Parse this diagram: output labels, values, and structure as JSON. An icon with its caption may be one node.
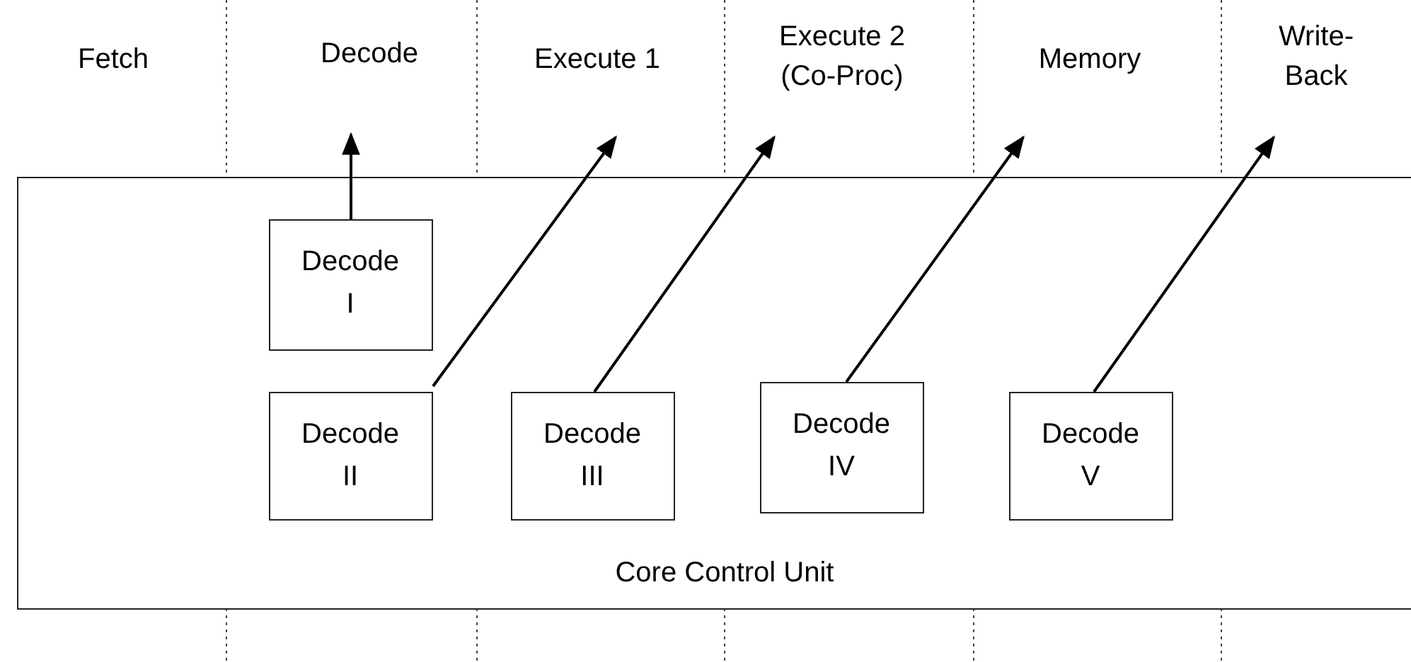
{
  "diagram": {
    "nodes": [
      {
        "text": [
          "Core Control Unit"
        ]
      },
      {
        "text": [
          "Decode I"
        ],
        "in": 0
      },
      {
        "text": [
          "Decode II"
        ],
        "in": 0
      },
      {
        "text": [
          "Decode III"
        ],
        "in": 0
      },
      {
        "text": [
          "Decode IV"
        ],
        "in": 0
      },
      {
        "text": [
          "Decode V"
        ],
        "in": 0
      }
    ],
    "edges": [
      {
        "from": 1,
        "to": null,
        "arrow": "to"
      },
      {
        "from": 2,
        "to": null,
        "arrow": "to"
      },
      {
        "from": 3,
        "to": null,
        "arrow": "to"
      },
      {
        "from": 4,
        "to": null,
        "arrow": "to"
      },
      {
        "from": 5,
        "to": null,
        "arrow": "to"
      }
    ],
    "labels": [
      "Fetch",
      "Decode",
      "Execute 1",
      "Execute 2 (Co-Proc)",
      "Memory",
      "Write-Back"
    ]
  }
}
